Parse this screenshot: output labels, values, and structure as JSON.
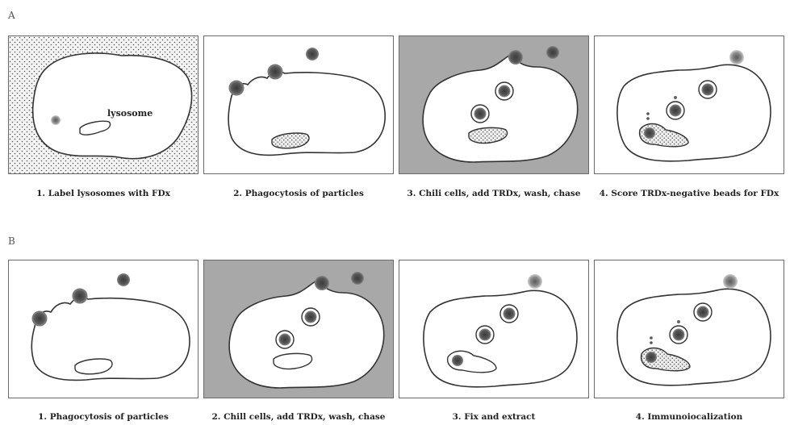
{
  "rows": [
    {
      "label": "A",
      "panels": [
        {
          "caption": "1. Label lysosomes with FDx"
        },
        {
          "caption": "2. Phagocytosis of particles"
        },
        {
          "caption": "3. Chili cells, add TRDx, wash, chase"
        },
        {
          "caption": "4. Score TRDx-negative beads for FDx"
        }
      ]
    },
    {
      "label": "B",
      "panels": [
        {
          "caption": "1. Phagocytosis of particles"
        },
        {
          "caption": "2. Chill cells, add TRDx, wash, chase"
        },
        {
          "caption": "3. Fix and extract"
        },
        {
          "caption": "4. Immunoiocalization"
        }
      ]
    }
  ],
  "annotations": {
    "lysosome": "lysosome"
  }
}
